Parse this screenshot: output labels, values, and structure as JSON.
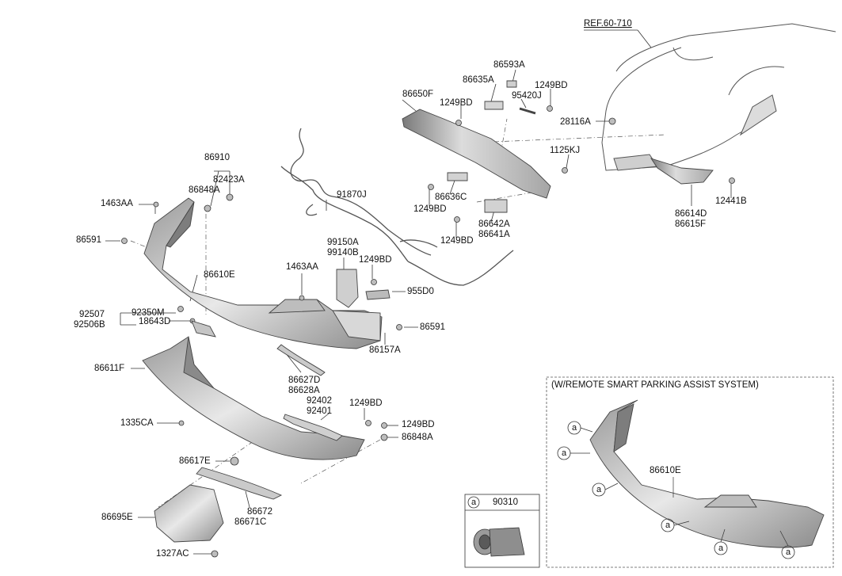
{
  "reference": "REF.60-710",
  "subsystem_title": "(W/REMOTE SMART PARKING ASSIST SYSTEM)",
  "legend": {
    "marker": "a",
    "part": "90310"
  },
  "marker_letter": "a",
  "parts": {
    "p86593A": "86593A",
    "p86635A": "86635A",
    "p1249BD_a": "1249BD",
    "p86650F": "86650F",
    "p1249BD_b": "1249BD",
    "p95420J": "95420J",
    "p28116A": "28116A",
    "p1125KJ": "1125KJ",
    "p86636C": "86636C",
    "p1249BD_c": "1249BD",
    "p86642A": "86642A",
    "p86641A": "86641A",
    "p1249BD_d": "1249BD",
    "p86614D": "86614D",
    "p86615F": "86615F",
    "p12441B": "12441B",
    "p86910": "86910",
    "p82423A": "82423A",
    "p86848A_a": "86848A",
    "p1463AA_a": "1463AA",
    "p91870J": "91870J",
    "p86591_a": "86591",
    "p99150A": "99150A",
    "p99140B": "99140B",
    "p1249BD_e": "1249BD",
    "p86610E": "86610E",
    "p1463AA_b": "1463AA",
    "p955D0": "955D0",
    "p92507": "92507",
    "p92506B": "92506B",
    "p92350M": "92350M",
    "p18643D": "18643D",
    "p86591_b": "86591",
    "p86157A": "86157A",
    "p86611F": "86611F",
    "p86627D": "86627D",
    "p86628A": "86628A",
    "p92402": "92402",
    "p92401": "92401",
    "p1249BD_f": "1249BD",
    "p1249BD_g": "1249BD",
    "p1335CA": "1335CA",
    "p86848A_b": "86848A",
    "p86617E": "86617E",
    "p86672": "86672",
    "p86671C": "86671C",
    "p86695E": "86695E",
    "p1327AC": "1327AC",
    "p86610E_b": "86610E"
  }
}
